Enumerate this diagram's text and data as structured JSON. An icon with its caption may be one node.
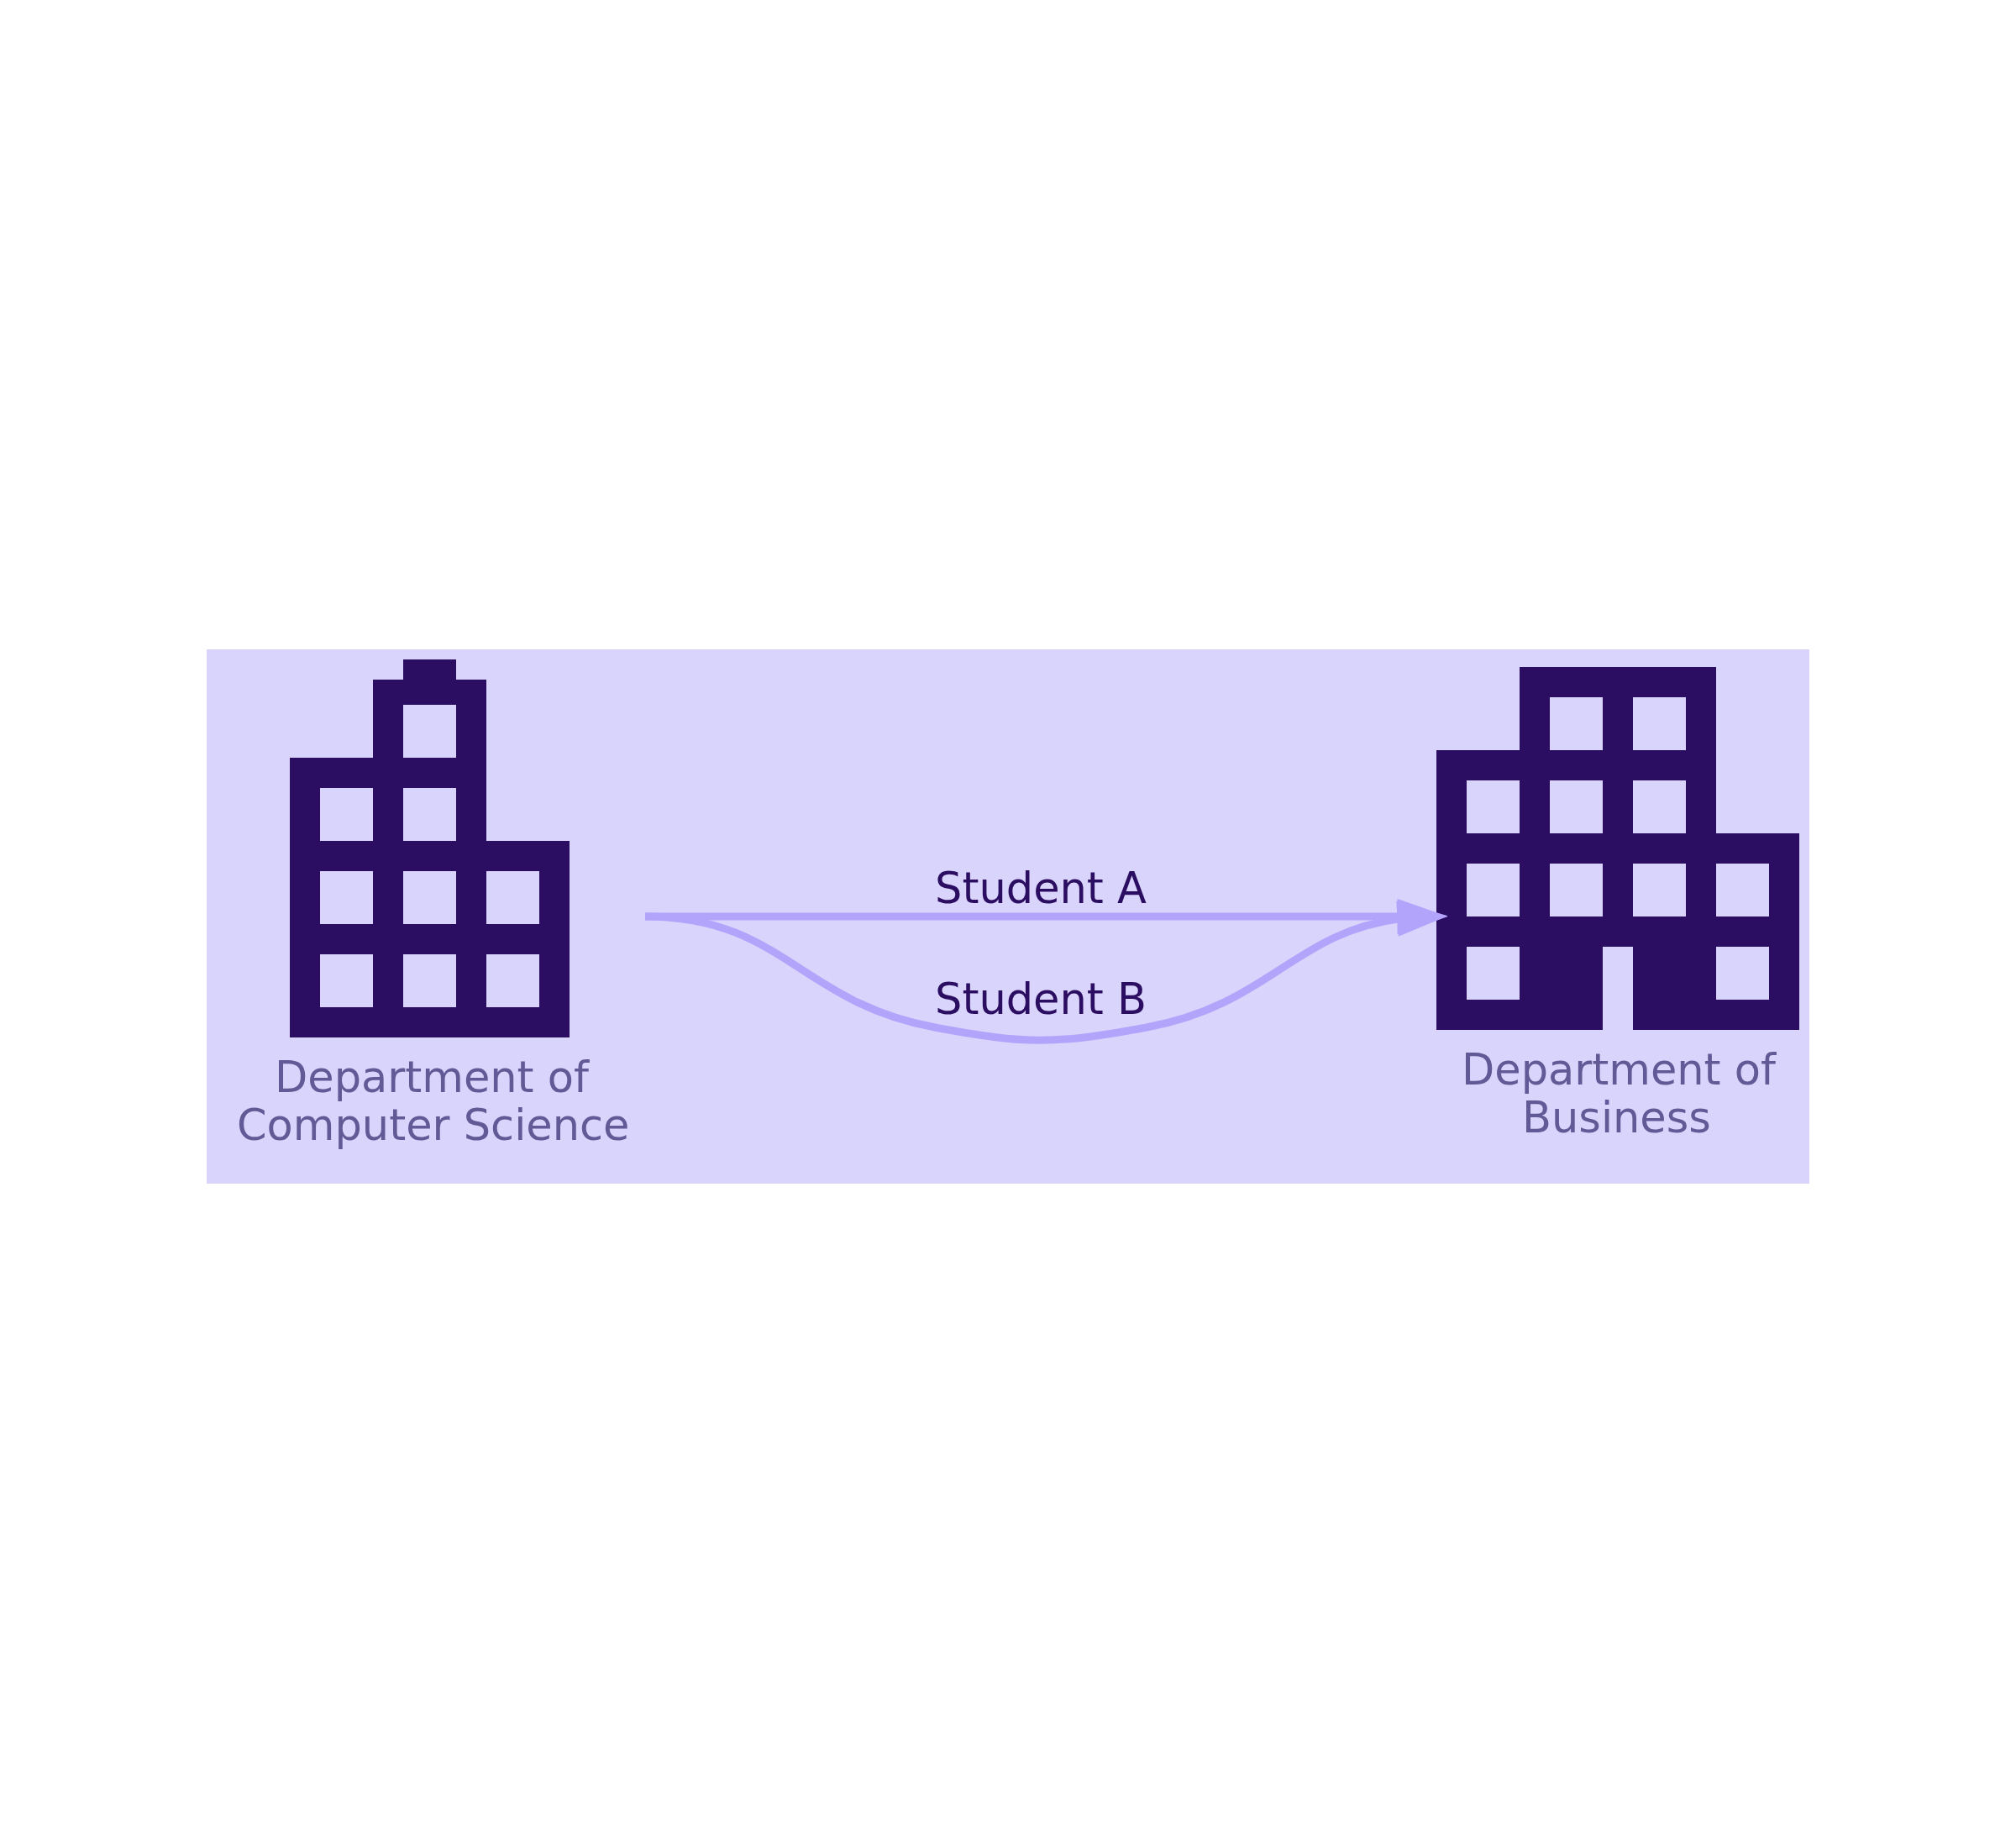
{
  "diagram": {
    "nodes": [
      {
        "text": [
          "Department of Computer Science"
        ]
      },
      {
        "text": [
          "Department of Business"
        ]
      }
    ],
    "edges": [
      {
        "from": 0,
        "to": 1,
        "arrow": "to",
        "label": "Student A"
      },
      {
        "from": 0,
        "to": 1,
        "arrow": "to",
        "label": "Student B"
      }
    ]
  }
}
